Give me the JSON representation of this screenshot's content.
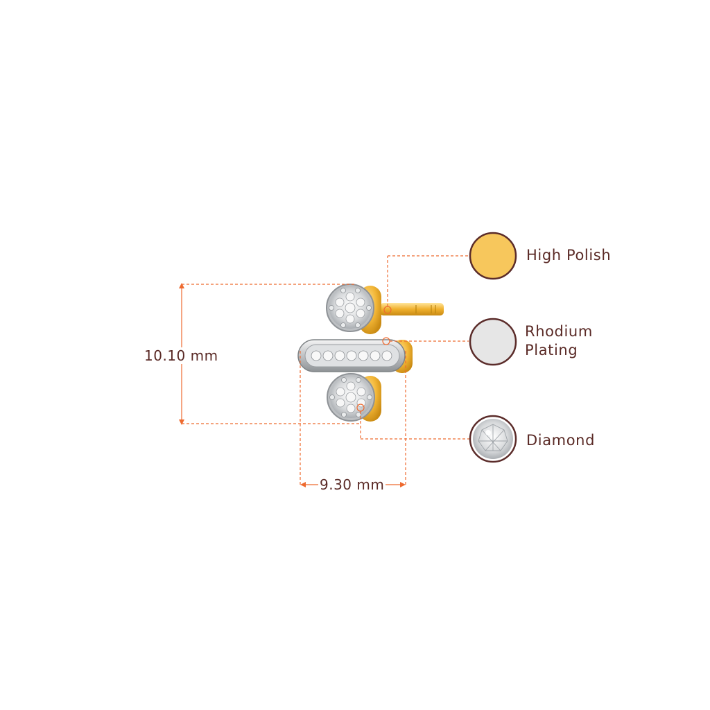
{
  "dimensions": {
    "height_label": "10.10 mm",
    "width_label": "9.30 mm"
  },
  "legend": {
    "high_polish": {
      "label": "High Polish",
      "swatch_color": "#f7c75c"
    },
    "rhodium": {
      "line1": "Rhodium",
      "line2": "Plating",
      "swatch_color": "#e6e6e6"
    },
    "diamond": {
      "label": "Diamond",
      "swatch_color": "#d9dbdc"
    }
  },
  "colors": {
    "leader_line": "#ee6a2f",
    "swatch_ring": "#5b2c2a",
    "text": "#5a2a26",
    "gold": "#f2b535",
    "white_gold": "#dcdcdc"
  }
}
